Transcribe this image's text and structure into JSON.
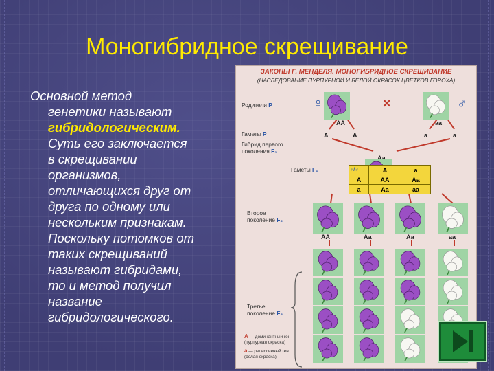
{
  "title": "Моногибридное скрещивание",
  "text": {
    "line1": "Основной метод",
    "line2": "генетики называют",
    "highlight": "гибридологическим.",
    "rest": [
      "Суть его заключается",
      "в скрещивании",
      "организмов,",
      "отличающихся друг от",
      "друга по одному или",
      "нескольким признакам.",
      "Поскольку потомков от",
      "таких скрещиваний",
      "называют гибридами,",
      "то и метод получил",
      "название",
      "гибридологического."
    ]
  },
  "plate": {
    "header": "ЗАКОНЫ Г. МЕНДЕЛЯ. МОНОГИБРИДНОЕ СКРЕЩИВАНИЕ",
    "subheader": "(НАСЛЕДОВАНИЕ ПУРПУРНОЙ И БЕЛОЙ ОКРАСОК ЦВЕТКОВ ГОРОХА)",
    "parents_label": "Родители",
    "parents_symbol": "P",
    "gametes_label": "Гаметы",
    "gametes_symbol": "P",
    "hybrid1_label": "Гибрид первого поколения",
    "hybrid1_symbol": "F₁",
    "gametes_f1_label": "Гаметы",
    "gametes_f1_symbol": "F₁",
    "gen2_label": "Второе поколение",
    "gen2_symbol": "F₂",
    "gen3_label": "Третье поколение",
    "gen3_symbol": "F₃",
    "female_symbol": "♀",
    "male_symbol": "♂",
    "cross_symbol": "×",
    "genotype_AA": "АА",
    "genotype_aa": "аа",
    "genotype_Aa": "Аа",
    "allele_A": "А",
    "allele_a": "а",
    "punnett_corner_top": "♀",
    "punnett_corner_bottom": "♂",
    "punnett_cols": [
      "А",
      "а"
    ],
    "punnett_rows": [
      {
        "head": "А",
        "cells": [
          "АА",
          "Аа"
        ]
      },
      {
        "head": "а",
        "cells": [
          "Аа",
          "аа"
        ]
      }
    ],
    "f2_genotypes": [
      "АА",
      "Аа",
      "Аа",
      "аа"
    ],
    "legend_dominant_symbol": "А",
    "legend_dominant": "доминантный ген (пурпурная окраска)",
    "legend_recessive_symbol": "а",
    "legend_recessive": "рецессивный ген (белая окраска)"
  },
  "colors": {
    "title": "#ffea00",
    "highlight": "#ffea00",
    "background": "#3f3e74",
    "plate": "#eedfdc",
    "cell_green": "#9fd4a5",
    "purple_flower": "#9b4fc4",
    "white_flower": "#f7f7f2",
    "arrow_red": "#c0392b",
    "nav_button": "#1e8c3a"
  },
  "nav": {
    "icon": "next-slide-icon"
  }
}
